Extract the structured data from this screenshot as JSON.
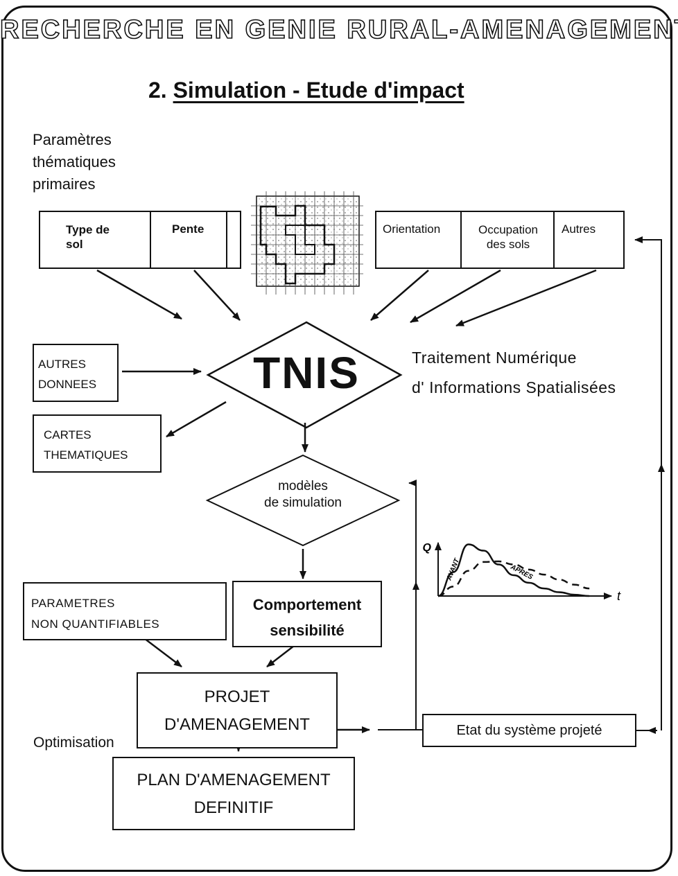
{
  "header": {
    "title": "RECHERCHE EN GENIE RURAL-AMENAGEMENT",
    "subtitle_number": "2.",
    "subtitle": "Simulation - Etude d'impact"
  },
  "parameters": {
    "label": "Paramètres\nthématiques\nprimaires",
    "left_cells": [
      "Type de\nsol",
      "Pente"
    ],
    "right_cells": [
      "Orientation",
      "Occupation\ndes sols",
      "Autres"
    ]
  },
  "tnis": {
    "label": "TNIS",
    "description_line1": "Traitement  Numérique",
    "description_line2": "d' Informations  Spatialisées"
  },
  "boxes": {
    "autres_donnees": "AUTRES\nDONNEES",
    "cartes_thematiques": "CARTES\nTHEMATIQUES",
    "modeles": "modèles\nde simulation",
    "parametres_nq": "PARAMETRES\nNON  QUANTIFIABLES",
    "comportement": "Comportement\nsensibilité",
    "projet": "PROJET\nD'AMENAGEMENT",
    "etat": "Etat du système projeté",
    "optimisation": "Optimisation",
    "plan": "PLAN D'AMENAGEMENT\nDEFINITIF"
  },
  "chart_data": {
    "type": "line",
    "title": "",
    "xlabel": "t",
    "ylabel": "Q",
    "series": [
      {
        "name": "AVANT",
        "style": "solid",
        "x": [
          0,
          1,
          2,
          3,
          4,
          5,
          6,
          7,
          8,
          9,
          10
        ],
        "y": [
          0,
          3.8,
          8.2,
          7.2,
          5,
          3.3,
          2.1,
          1.2,
          0.6,
          0.2,
          0
        ]
      },
      {
        "name": "APRES",
        "style": "dashed",
        "x": [
          0,
          1,
          2,
          3,
          4,
          5,
          6,
          7,
          8,
          9,
          10
        ],
        "y": [
          0,
          1.5,
          4,
          5.4,
          5.5,
          5,
          4.2,
          3.4,
          2.6,
          1.8,
          1.2
        ]
      }
    ],
    "xlim": [
      0,
      11
    ],
    "ylim": [
      0,
      11
    ]
  }
}
